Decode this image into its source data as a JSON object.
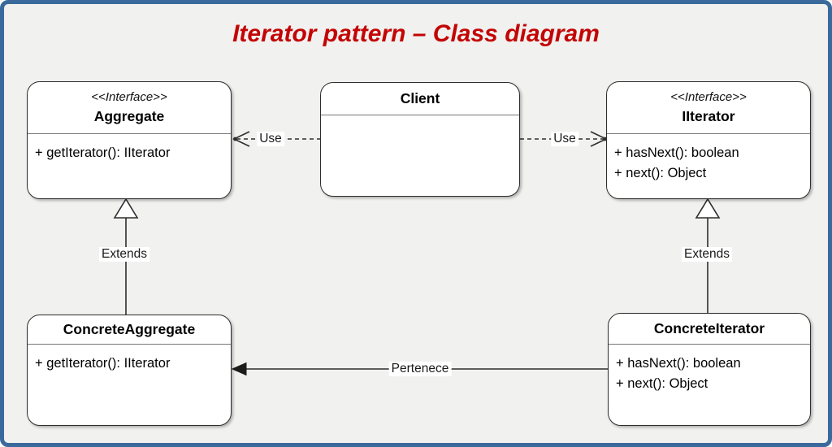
{
  "title": "Iterator pattern – Class diagram",
  "classes": {
    "aggregate": {
      "stereotype": "<<Interface>>",
      "name": "Aggregate",
      "methods": [
        "+ getIterator(): IIterator"
      ]
    },
    "client": {
      "name": "Client"
    },
    "iiterator": {
      "stereotype": "<<Interface>>",
      "name": "IIterator",
      "methods": [
        "+ hasNext(): boolean",
        "+ next(): Object"
      ]
    },
    "concreteAggregate": {
      "name": "ConcreteAggregate",
      "methods": [
        "+ getIterator(): IIterator"
      ]
    },
    "concreteIterator": {
      "name": "ConcreteIterator",
      "methods": [
        "+ hasNext(): boolean",
        "+ next(): Object"
      ]
    }
  },
  "connectors": {
    "use_left": "Use",
    "use_right": "Use",
    "extends_left": "Extends",
    "extends_right": "Extends",
    "pertenece": "Pertenece"
  },
  "colors": {
    "frame_border": "#3a6a9b",
    "background": "#f1f1ef",
    "title_red": "#c30505",
    "box_border": "#2e2e2e"
  }
}
